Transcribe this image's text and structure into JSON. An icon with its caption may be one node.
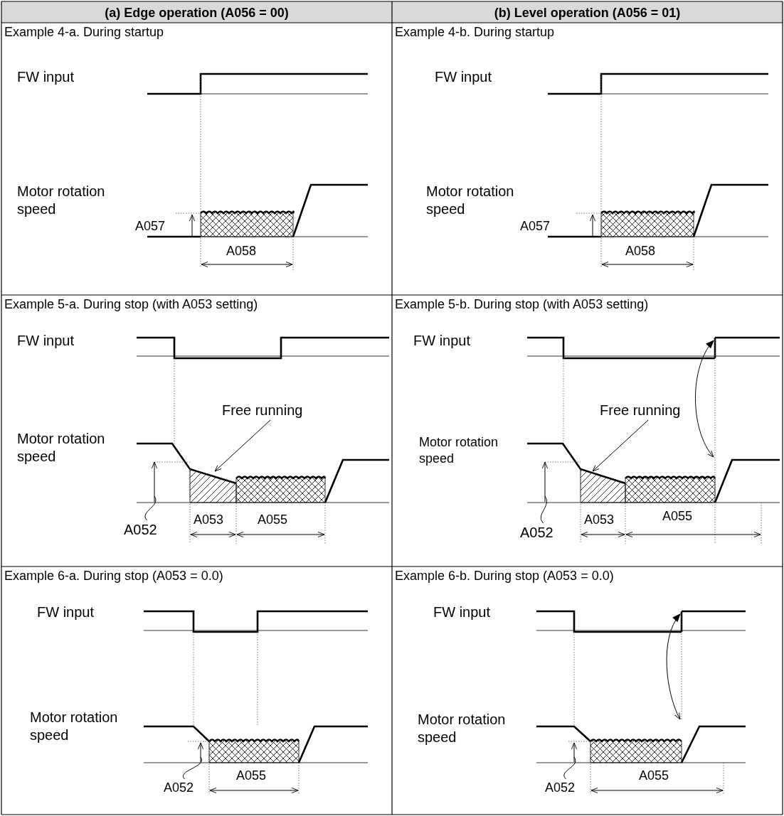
{
  "diagram": {
    "nodes": [
      {
        "text": [
          "Free running"
        ]
      },
      {
        "text": [
          "A052"
        ]
      },
      {
        "text": [
          "Free running"
        ]
      },
      {
        "text": [
          "A052"
        ]
      },
      {
        "text": [
          "A052"
        ]
      },
      {
        "text": [
          "A052"
        ]
      },
      {
        "text": [],
        "shape": "line"
      },
      {
        "text": [],
        "shape": "line"
      },
      {
        "text": [],
        "shape": "line"
      },
      {
        "text": [],
        "shape": "line"
      },
      {
        "text": [],
        "shape": "line"
      },
      {
        "text": [],
        "shape": "line"
      }
    ],
    "edges": [
      {
        "from": 0,
        "to": 10,
        "arrow": "to"
      },
      {
        "from": 1,
        "to": 10,
        "arrow": "none"
      },
      {
        "from": 2,
        "to": 7,
        "arrow": "to"
      },
      {
        "from": 3,
        "to": 7,
        "arrow": "none"
      },
      {
        "from": 4,
        "to": 11,
        "arrow": "none"
      },
      {
        "from": 5,
        "to": 9,
        "arrow": "none"
      },
      {
        "from": 6,
        "to": 7,
        "arrow": "both"
      },
      {
        "from": 8,
        "to": 9,
        "arrow": "both"
      }
    ],
    "labels": [
      "(a) Edge operation (A056 = 00)",
      "(b) Level operation (A056 = 01)",
      "Example 4-a. During startup",
      "FW input",
      "Motor rotation speed",
      "A057",
      "A058",
      "Example 4-b. During startup",
      "FW input",
      "Motor rotation speed",
      "A057",
      "A058",
      "Example 5-a. During stop (with A053 setting)",
      "FW input",
      "Motor rotation speed",
      "A053",
      "A055",
      "Example 5-b. During stop (with A053 setting)",
      "FW input",
      "Motor rotation speed",
      "A053",
      "A055",
      "Example 6-a. During stop (A053 = 0.0)",
      "FW input",
      "Motor rotation speed",
      "A055",
      "Example 6-b. During stop (A053 = 0.0)",
      "FW input",
      "Motor rotation speed",
      "A055"
    ]
  }
}
